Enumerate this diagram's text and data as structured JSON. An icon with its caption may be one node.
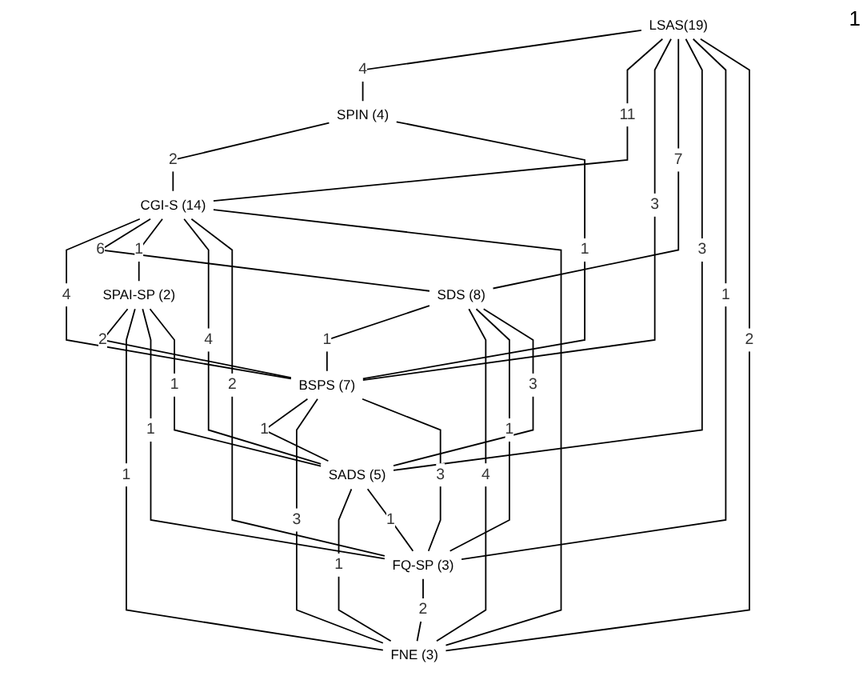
{
  "diagram": {
    "nodes": [
      {
        "text": [
          "LSAS(19)"
        ]
      },
      {
        "text": [
          "SPIN (4)"
        ]
      },
      {
        "text": [
          "CGI-S (14)"
        ]
      },
      {
        "text": [
          "BSPS (7)"
        ]
      },
      {
        "text": [
          "SDS (8)"
        ]
      },
      {
        "text": [
          "FNE (3)"
        ]
      },
      {
        "text": [
          "SPAI-SP (2)"
        ]
      },
      {
        "text": [
          "SADS (5)"
        ]
      },
      {
        "text": [
          "FQ-SP (3)"
        ]
      }
    ],
    "edges": [
      {
        "from": 0,
        "to": 1,
        "arrow": "none",
        "label": "4"
      },
      {
        "from": 0,
        "to": 2,
        "arrow": "none",
        "label": "11"
      },
      {
        "from": 1,
        "to": 2,
        "arrow": "none",
        "label": "2"
      },
      {
        "from": 0,
        "to": 3,
        "arrow": "none",
        "label": "3"
      },
      {
        "from": 0,
        "to": 4,
        "arrow": "none",
        "label": "7"
      },
      {
        "from": 1,
        "to": 3,
        "arrow": "none",
        "label": "1"
      },
      {
        "from": 2,
        "to": 3,
        "arrow": "none",
        "label": "4"
      },
      {
        "from": 2,
        "to": 4,
        "arrow": "none",
        "label": "6"
      },
      {
        "from": 0,
        "to": 7,
        "arrow": "none",
        "label": "3"
      },
      {
        "from": 0,
        "to": 8,
        "arrow": "none",
        "label": "1"
      },
      {
        "from": 0,
        "to": 5,
        "arrow": "none",
        "label": "2"
      },
      {
        "from": 2,
        "to": 6,
        "arrow": "none",
        "label": "1"
      },
      {
        "from": 4,
        "to": 3,
        "arrow": "none",
        "label": "1"
      },
      {
        "from": 4,
        "to": 5,
        "arrow": "none",
        "label": "4"
      },
      {
        "from": 2,
        "to": 7,
        "arrow": "none",
        "label": "4"
      },
      {
        "from": 6,
        "to": 3,
        "arrow": "none",
        "label": "2"
      },
      {
        "from": 4,
        "to": 8,
        "arrow": "none",
        "label": "1"
      },
      {
        "from": 4,
        "to": 7,
        "arrow": "none",
        "label": "3"
      },
      {
        "from": 3,
        "to": 7,
        "arrow": "none",
        "label": "1"
      },
      {
        "from": 3,
        "to": 5,
        "arrow": "none",
        "label": "3"
      },
      {
        "from": 3,
        "to": 8,
        "arrow": "none",
        "label": "3"
      },
      {
        "from": 2,
        "to": 8,
        "arrow": "none",
        "label": "2"
      },
      {
        "from": 2,
        "to": 5,
        "arrow": "none"
      },
      {
        "from": 6,
        "to": 5,
        "arrow": "none",
        "label": "1"
      },
      {
        "from": 6,
        "to": 8,
        "arrow": "none",
        "label": "1"
      },
      {
        "from": 7,
        "to": 5,
        "arrow": "none",
        "label": "1"
      },
      {
        "from": 8,
        "to": 5,
        "arrow": "none",
        "label": "2"
      },
      {
        "from": 6,
        "to": 7,
        "arrow": "none",
        "label": "1"
      },
      {
        "from": 7,
        "to": 8,
        "arrow": "none",
        "label": "1"
      }
    ],
    "labels": [
      "1"
    ]
  }
}
